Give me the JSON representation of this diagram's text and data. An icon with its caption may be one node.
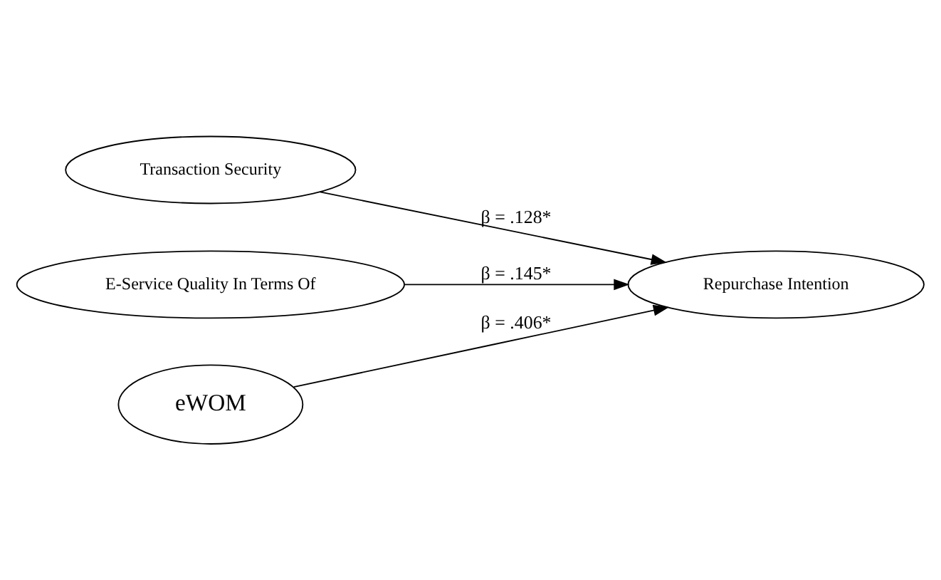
{
  "diagram": {
    "nodes": [
      {
        "text": [
          "Transaction Security"
        ]
      },
      {
        "text": [
          "E-Service Quality In Terms Of"
        ]
      },
      {
        "text": [
          "eWOM"
        ]
      },
      {
        "text": [
          "Repurchase Intention"
        ]
      }
    ],
    "edges": [
      {
        "from": 0,
        "to": 3,
        "arrow": "to",
        "label": "β = .128*"
      },
      {
        "from": 1,
        "to": 3,
        "arrow": "to",
        "label": "β = .145*"
      },
      {
        "from": 2,
        "to": 3,
        "arrow": "to",
        "label": "β = .406*"
      }
    ]
  }
}
